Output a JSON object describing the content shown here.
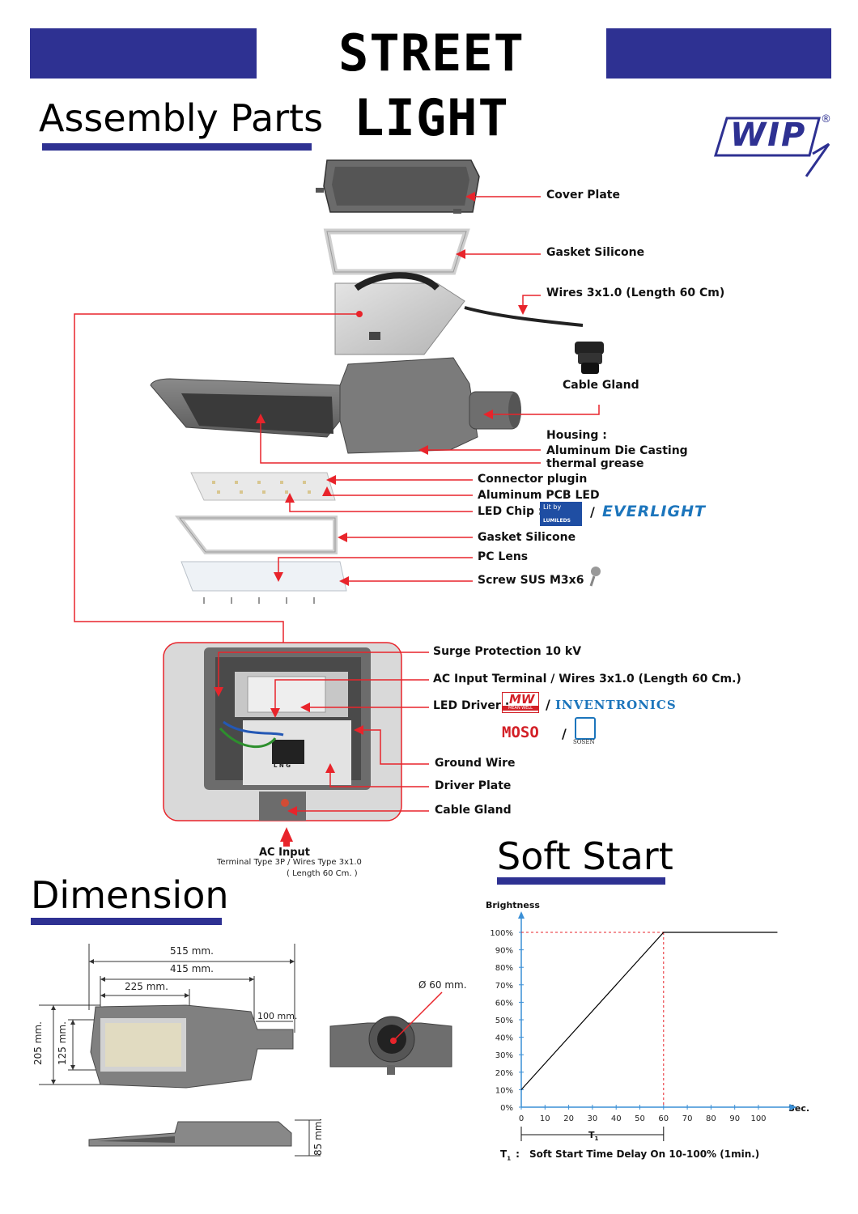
{
  "header": {
    "title": "STREET LIGHT"
  },
  "sections": {
    "assembly": "Assembly Parts",
    "dimension": "Dimension",
    "soft_start": "Soft Start"
  },
  "logo": {
    "text": "WIP",
    "reg": "®"
  },
  "parts": {
    "cover_plate": "Cover Plate",
    "gasket_silicone_top": "Gasket Silicone",
    "wires": "Wires 3x1.0 (Length 60 Cm)",
    "cable_gland_top": "Cable Gland",
    "housing_1": "Housing :",
    "housing_2": "Aluminum Die Casting",
    "housing_3": "thermal grease",
    "connector": "Connector plugin",
    "pcb": "Aluminum PCB LED",
    "led_chip": "LED Chip :",
    "lumileds_top": "Lit by",
    "lumileds_bottom": "LUMILEDS",
    "slash": "/",
    "everlight": "EVERLIGHT",
    "gasket_silicone_bottom": "Gasket Silicone",
    "pc_lens": "PC Lens",
    "screw": "Screw SUS M3x6"
  },
  "driver_box": {
    "surge": "Surge Protection 10 kV",
    "ac_terminal": "AC Input Terminal / Wires 3x1.0 (Length 60 Cm.)",
    "led_driver": "LED Driver :",
    "meanwell_logo": "MW",
    "meanwell_text": "MEAN WELL",
    "inventronics": "INVENTRONICS",
    "moso": "MOSO",
    "sosen": "SOSEN",
    "ground_wire": "Ground Wire",
    "driver_plate": "Driver Plate",
    "cable_gland": "Cable Gland",
    "terminal_letters": "L N G"
  },
  "ac_input": {
    "title": "AC Input",
    "line1": "Terminal Type 3P /  Wires Type 3x1.0",
    "line2": "( Length 60 Cm. )"
  },
  "dimensions": {
    "d515": "515 mm.",
    "d415": "415 mm.",
    "d225": "225 mm.",
    "d100": "100 mm.",
    "d205": "205 mm.",
    "d125": "125 mm.",
    "d85": "85 mm.",
    "diameter": "Ø 60 mm."
  },
  "chart_data": {
    "type": "line",
    "ylabel": "Brightness",
    "xlabel": "Sec.",
    "x_ticks": [
      0,
      10,
      20,
      30,
      40,
      50,
      60,
      70,
      80,
      90,
      100
    ],
    "y_ticks": [
      "0%",
      "10%",
      "20%",
      "30%",
      "40%",
      "50%",
      "60%",
      "70%",
      "80%",
      "90%",
      "100%"
    ],
    "xlim": [
      0,
      110
    ],
    "ylim": [
      0,
      100
    ],
    "series": [
      {
        "x": [
          0,
          60,
          108
        ],
        "y": [
          10,
          100,
          100
        ]
      }
    ],
    "annotations": {
      "t1": "T",
      "t1_sub": "1",
      "note_label": "T",
      "note_sub": "1",
      "note_colon": ":",
      "note": "Soft Start Time Delay On 10-100% (1min.)"
    },
    "colors": {
      "axis": "#3a8fd6",
      "line": "#000000",
      "guide": "#e8242b"
    }
  }
}
